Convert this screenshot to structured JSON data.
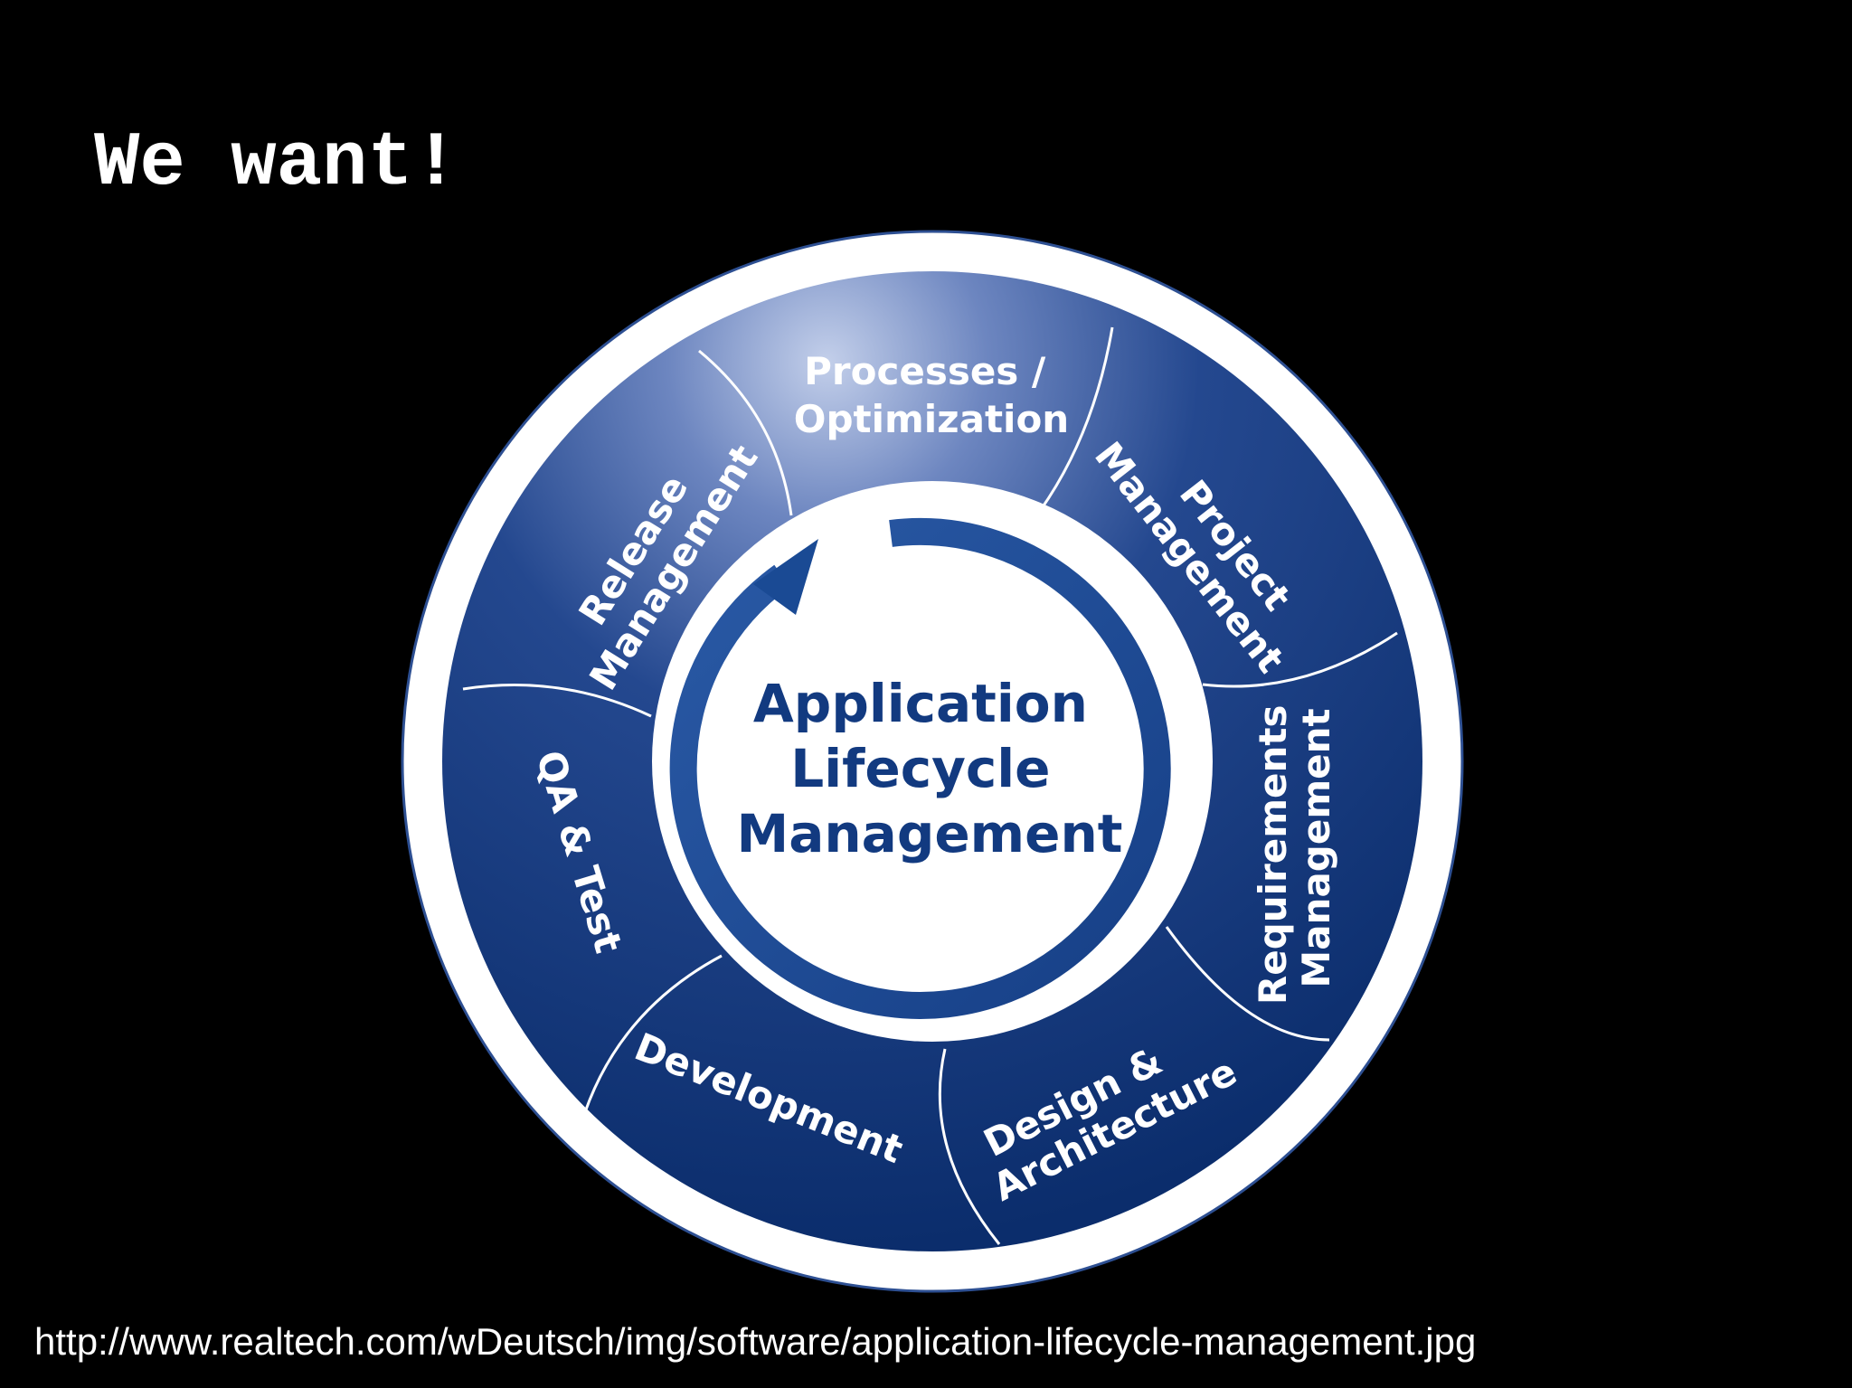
{
  "slide": {
    "title": "We want!",
    "source_url": "http://www.realtech.com/wDeutsch/img/software/application-lifecycle-management.jpg"
  },
  "diagram": {
    "center_lines": [
      "Application",
      "Lifecycle",
      "Management"
    ],
    "segments": [
      {
        "id": "processes",
        "lines": [
          "Processes /",
          "Optimization"
        ]
      },
      {
        "id": "project",
        "lines": [
          "Project",
          "Management"
        ]
      },
      {
        "id": "requirements",
        "lines": [
          "Requirements",
          "Management"
        ]
      },
      {
        "id": "design",
        "lines": [
          "Design &",
          "Architecture"
        ]
      },
      {
        "id": "development",
        "lines": [
          "Development"
        ]
      },
      {
        "id": "qa",
        "lines": [
          "QA & Test"
        ]
      },
      {
        "id": "release",
        "lines": [
          "Release",
          "Management"
        ]
      }
    ],
    "colors": {
      "ring_dark": "#0f3474",
      "ring_light": "#b8c6e4",
      "outline": "#ffffff",
      "center_text": "#123a80",
      "arrow": "#1a4a94"
    }
  }
}
